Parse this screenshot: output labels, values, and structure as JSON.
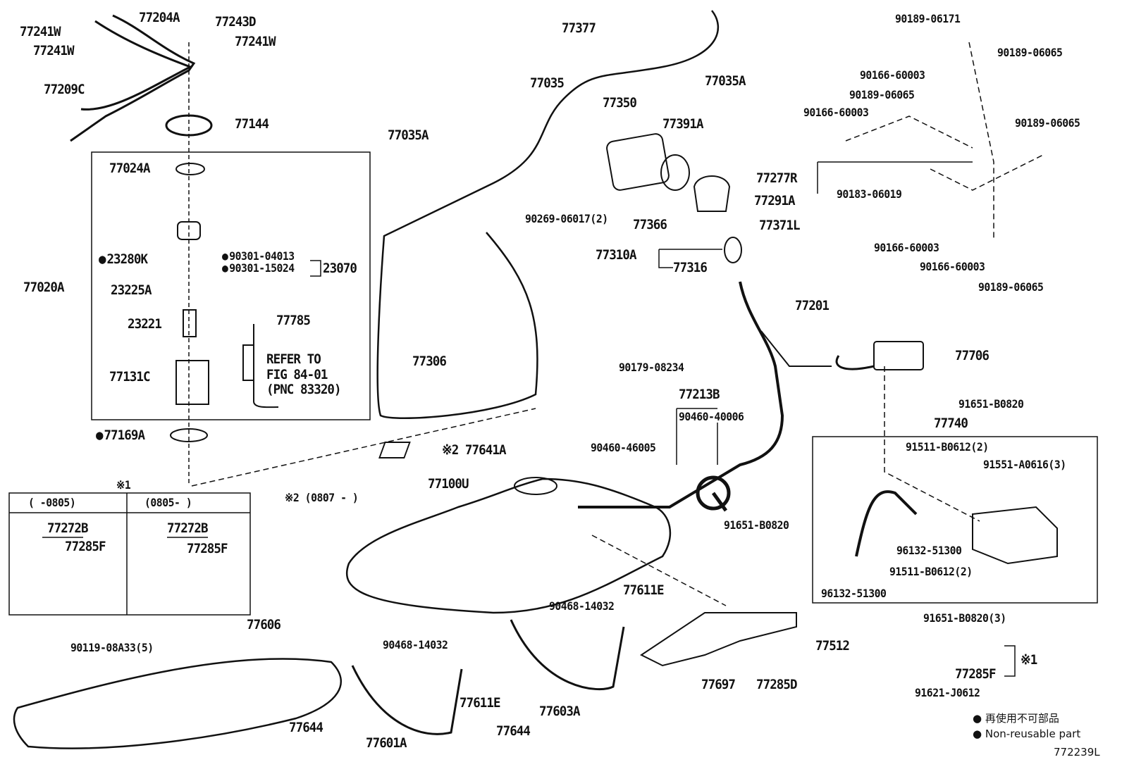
{
  "diagram": {
    "figure_code": "772239L",
    "legend": {
      "marker": "●",
      "japanese": "再使用不可部品",
      "english": "Non-reusable part"
    },
    "labels": [
      {
        "text": "77241W"
      },
      {
        "text": "77204A"
      },
      {
        "text": "77243D"
      },
      {
        "text": "77241W"
      },
      {
        "text": "77241W"
      },
      {
        "text": "77209C"
      },
      {
        "text": "77144"
      },
      {
        "text": "77024A"
      },
      {
        "text": "77035"
      },
      {
        "text": "77350"
      },
      {
        "text": "77391A"
      },
      {
        "text": "77035A"
      },
      {
        "text": "77377"
      },
      {
        "text": "77035A"
      },
      {
        "text": "90189-06171"
      },
      {
        "text": "90189-06065"
      },
      {
        "text": "90166-60003"
      },
      {
        "text": "90189-06065"
      },
      {
        "text": "90166-60003"
      },
      {
        "text": "90189-06065"
      },
      {
        "text": "77277R"
      },
      {
        "text": "90183-06019"
      },
      {
        "text": "90166-60003"
      },
      {
        "text": "90166-60003"
      },
      {
        "text": "90189-06065"
      },
      {
        "text": "90269-06017(2)"
      },
      {
        "text": "77366"
      },
      {
        "text": "77291A"
      },
      {
        "text": "77371L"
      },
      {
        "text": "77310A"
      },
      {
        "text": "77316"
      },
      {
        "text": "77201"
      },
      {
        "text": "23280K",
        "bullet": true
      },
      {
        "text": "90301-04013",
        "bullet": true
      },
      {
        "text": "90301-15024",
        "bullet": true
      },
      {
        "text": "23070"
      },
      {
        "text": "77020A"
      },
      {
        "text": "23225A"
      },
      {
        "text": "23221"
      },
      {
        "text": "77785"
      },
      {
        "text": "REFER TO"
      },
      {
        "text": "FIG 84-01"
      },
      {
        "text": "(PNC 83320)"
      },
      {
        "text": "77131C"
      },
      {
        "text": "77306"
      },
      {
        "text": "90179-08234"
      },
      {
        "text": "77706"
      },
      {
        "text": "77213B"
      },
      {
        "text": "90460-40006"
      },
      {
        "text": "91651-B0820"
      },
      {
        "text": "77740"
      },
      {
        "text": "77169A",
        "bullet": true
      },
      {
        "text": "※2 77641A"
      },
      {
        "text": "90460-46005"
      },
      {
        "text": "91511-B0612(2)"
      },
      {
        "text": "91551-A0616(3)"
      },
      {
        "text": "77100U"
      },
      {
        "text": "※2 (0807 -      )"
      },
      {
        "text": "※1"
      },
      {
        "text": "(     -0805)"
      },
      {
        "text": "(0805-     )"
      },
      {
        "text": "77272B"
      },
      {
        "text": "77285F"
      },
      {
        "text": "77272B"
      },
      {
        "text": "77285F"
      },
      {
        "text": "91651-B0820"
      },
      {
        "text": "96132-51300"
      },
      {
        "text": "91511-B0612(2)"
      },
      {
        "text": "96132-51300"
      },
      {
        "text": "90468-14032"
      },
      {
        "text": "77611E"
      },
      {
        "text": "77606"
      },
      {
        "text": "90119-08A33(5)"
      },
      {
        "text": "90468-14032"
      },
      {
        "text": "77512"
      },
      {
        "text": "91651-B0820(3)"
      },
      {
        "text": "77285F"
      },
      {
        "text": "※1"
      },
      {
        "text": "91621-J0612"
      },
      {
        "text": "77611E"
      },
      {
        "text": "77697"
      },
      {
        "text": "77285D"
      },
      {
        "text": "77603A"
      },
      {
        "text": "77644"
      },
      {
        "text": "77601A"
      },
      {
        "text": "77644"
      }
    ]
  }
}
